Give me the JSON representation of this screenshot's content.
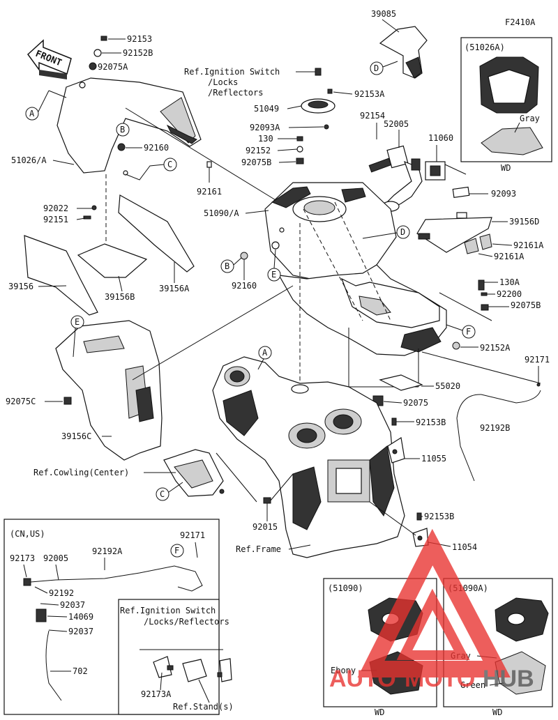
{
  "figure_code": "F2410A",
  "front_label": "FRONT",
  "labels": {
    "p39085": "39085",
    "p92153": "92153",
    "p92152B": "92152B",
    "p92075A": "92075A",
    "ref_ignition_top_1": "Ref.Ignition Switch",
    "ref_ignition_top_2": "/Locks",
    "ref_ignition_top_3": "/Reflectors",
    "p92153A": "92153A",
    "p51049": "51049",
    "p92093A": "92093A",
    "p92154": "92154",
    "p52005": "52005",
    "p11060": "11060",
    "p130": "130",
    "p92152": "92152",
    "p92075B": "92075B",
    "p92160_top": "92160",
    "p51026A": "51026/A",
    "p92161": "92161",
    "p51090A": "51090/A",
    "p92093": "92093",
    "p39156D": "39156D",
    "p92161A_1": "92161A",
    "p92161A_2": "92161A",
    "p92022": "92022",
    "p92151": "92151",
    "p39156": "39156",
    "p39156B": "39156B",
    "p39156A": "39156A",
    "p92160_mid": "92160",
    "p130A": "130A",
    "p92200": "92200",
    "p92075B_2": "92075B",
    "p92152A": "92152A",
    "p92171_right": "92171",
    "p92075C": "92075C",
    "p39156C": "39156C",
    "p55020": "55020",
    "p92075": "92075",
    "p92153B_1": "92153B",
    "p92192B": "92192B",
    "p11055": "11055",
    "ref_cowling": "Ref.Cowling(Center)",
    "p92015": "92015",
    "p92153B_2": "92153B",
    "ref_frame": "Ref.Frame",
    "p11054": "11054"
  },
  "callouts": [
    "A",
    "B",
    "C",
    "D",
    "E",
    "F"
  ],
  "inset_top_right": {
    "title": "(51026A)",
    "color_label": "Gray",
    "market": "WD"
  },
  "inset_cn_us": {
    "title": "(CN,US)",
    "p92173": "92173",
    "p92005": "92005",
    "p92192A": "92192A",
    "p92171": "92171",
    "p92192": "92192",
    "p92037_1": "92037",
    "p14069": "14069",
    "p92037_2": "92037",
    "p702": "702",
    "ref_ign_1": "Ref.Ignition Switch",
    "ref_ign_2": "/Locks/Reflectors",
    "p92173A": "92173A",
    "ref_stand": "Ref.Stand(s)"
  },
  "inset_51090": {
    "title": "(51090)",
    "color_label": "Ebony",
    "market": "WD"
  },
  "inset_51090A": {
    "title": "(51090A)",
    "color_label_1": "Gray",
    "color_label_2": "Green",
    "market": "WD"
  },
  "watermark": {
    "text_1": "AUTO",
    "text_2": "MOTO",
    "text_3": "HUB",
    "color": "#e8322f"
  }
}
